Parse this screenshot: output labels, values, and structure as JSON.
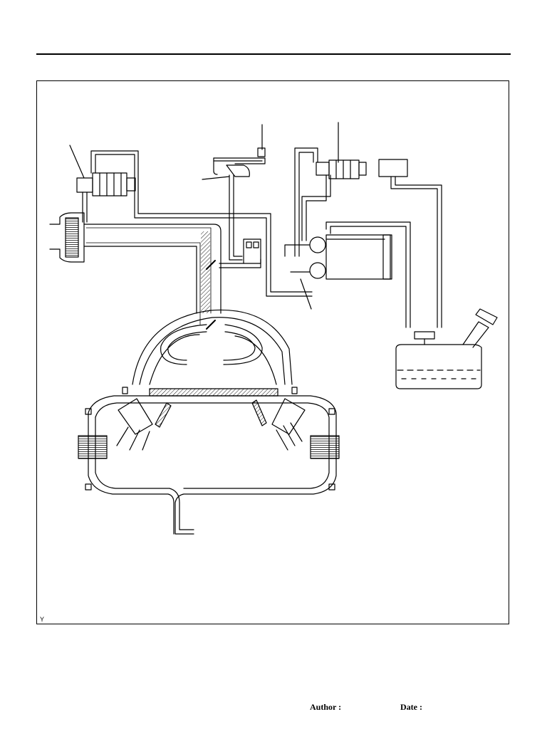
{
  "figure": {
    "code": "Y"
  },
  "footer": {
    "author_label": "Author :",
    "date_label": "Date :"
  }
}
